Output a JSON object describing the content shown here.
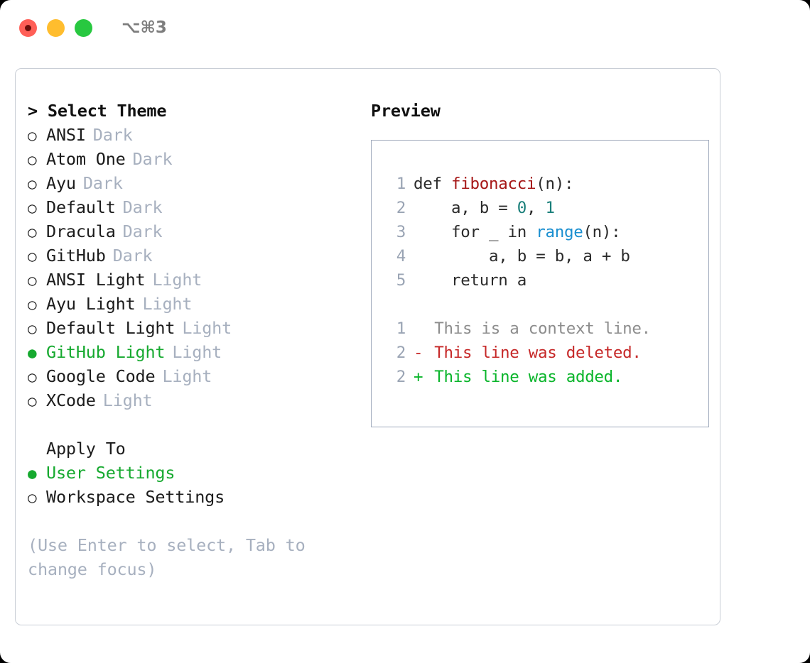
{
  "window": {
    "shortcut_label": "⌥⌘3",
    "traffic_lights": [
      "close-red",
      "minimize-yellow",
      "maximize-green"
    ]
  },
  "theme_picker": {
    "header": "> Select Theme",
    "items": [
      {
        "marker": "○",
        "name": "ANSI",
        "kind": "Dark",
        "selected": false
      },
      {
        "marker": "○",
        "name": "Atom One",
        "kind": "Dark",
        "selected": false
      },
      {
        "marker": "○",
        "name": "Ayu",
        "kind": "Dark",
        "selected": false
      },
      {
        "marker": "○",
        "name": "Default",
        "kind": "Dark",
        "selected": false
      },
      {
        "marker": "○",
        "name": "Dracula",
        "kind": "Dark",
        "selected": false
      },
      {
        "marker": "○",
        "name": "GitHub",
        "kind": "Dark",
        "selected": false
      },
      {
        "marker": "○",
        "name": "ANSI Light",
        "kind": "Light",
        "selected": false
      },
      {
        "marker": "○",
        "name": "Ayu Light",
        "kind": "Light",
        "selected": false
      },
      {
        "marker": "○",
        "name": "Default Light",
        "kind": "Light",
        "selected": false
      },
      {
        "marker": "●",
        "name": "GitHub Light",
        "kind": "Light",
        "selected": true
      },
      {
        "marker": "○",
        "name": "Google Code",
        "kind": "Light",
        "selected": false
      },
      {
        "marker": "○",
        "name": "XCode",
        "kind": "Light",
        "selected": false
      }
    ]
  },
  "apply_to": {
    "label": "Apply To",
    "options": [
      {
        "marker": "●",
        "name": "User Settings",
        "selected": true
      },
      {
        "marker": "○",
        "name": "Workspace Settings",
        "selected": false
      }
    ]
  },
  "hint": "(Use Enter to select, Tab to change focus)",
  "preview": {
    "title": "Preview",
    "code_lines": [
      {
        "no": "1",
        "tokens": [
          {
            "t": "def ",
            "c": "plain"
          },
          {
            "t": "fibonacci",
            "c": "fn"
          },
          {
            "t": "(n):",
            "c": "plain"
          }
        ]
      },
      {
        "no": "2",
        "tokens": [
          {
            "t": "    a, b = ",
            "c": "plain"
          },
          {
            "t": "0",
            "c": "num"
          },
          {
            "t": ", ",
            "c": "plain"
          },
          {
            "t": "1",
            "c": "num"
          }
        ]
      },
      {
        "no": "3",
        "tokens": [
          {
            "t": "    for _ in ",
            "c": "plain"
          },
          {
            "t": "range",
            "c": "builtin"
          },
          {
            "t": "(n):",
            "c": "plain"
          }
        ]
      },
      {
        "no": "4",
        "tokens": [
          {
            "t": "        a, b = b, a + b",
            "c": "plain"
          }
        ]
      },
      {
        "no": "5",
        "tokens": [
          {
            "t": "    return a",
            "c": "plain"
          }
        ]
      }
    ],
    "diff_lines": [
      {
        "no": "1",
        "sign": " ",
        "text": "This is a context line.",
        "kind": "ctx"
      },
      {
        "no": "2",
        "sign": "-",
        "text": "This line was deleted.",
        "kind": "del"
      },
      {
        "no": "2",
        "sign": "+",
        "text": "This line was added.",
        "kind": "add"
      }
    ]
  },
  "colors": {
    "selected_green": "#16a92f",
    "badge_gray": "#a7b0bf",
    "diff_add": "#0ab52b",
    "diff_del": "#c62828",
    "diff_ctx": "#8d8d8d",
    "token_function": "#a61717",
    "token_number": "#1a7f7a",
    "token_builtin": "#1a8fd0",
    "panel_border": "#c9ced6",
    "preview_border": "#9fa9bb"
  }
}
